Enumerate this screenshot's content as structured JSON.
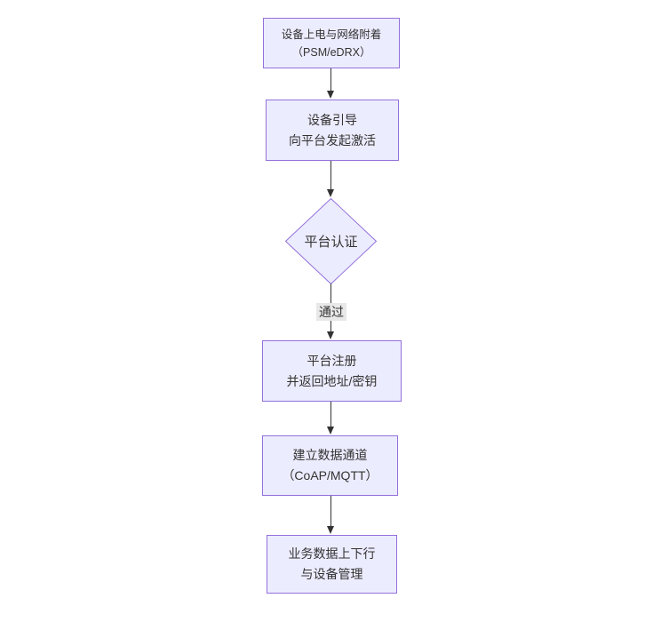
{
  "diagram": {
    "type": "flowchart-top-down",
    "colors": {
      "background": "#ffffff",
      "node_fill": "#ECECFF",
      "node_border": "#9370DB",
      "edge_line": "#333333",
      "edge_label_bg": "#e8e8e8",
      "text": "#333333"
    },
    "nodes": [
      {
        "id": "n1",
        "shape": "rect",
        "lines": [
          "设备上电与网络附着",
          "（PSM/eDRX）"
        ]
      },
      {
        "id": "n2",
        "shape": "rect",
        "lines": [
          "设备引导",
          "向平台发起激活"
        ]
      },
      {
        "id": "n3",
        "shape": "diamond",
        "lines": [
          "平台认证"
        ]
      },
      {
        "id": "n4",
        "shape": "rect",
        "lines": [
          "平台注册",
          "并返回地址/密钥"
        ]
      },
      {
        "id": "n5",
        "shape": "rect",
        "lines": [
          "建立数据通道",
          "（CoAP/MQTT）"
        ]
      },
      {
        "id": "n6",
        "shape": "rect",
        "lines": [
          "业务数据上下行",
          "与设备管理"
        ]
      }
    ],
    "edges": [
      {
        "from": "n1",
        "to": "n2",
        "label": ""
      },
      {
        "from": "n2",
        "to": "n3",
        "label": ""
      },
      {
        "from": "n3",
        "to": "n4",
        "label": "通过"
      },
      {
        "from": "n4",
        "to": "n5",
        "label": ""
      },
      {
        "from": "n5",
        "to": "n6",
        "label": ""
      }
    ]
  }
}
